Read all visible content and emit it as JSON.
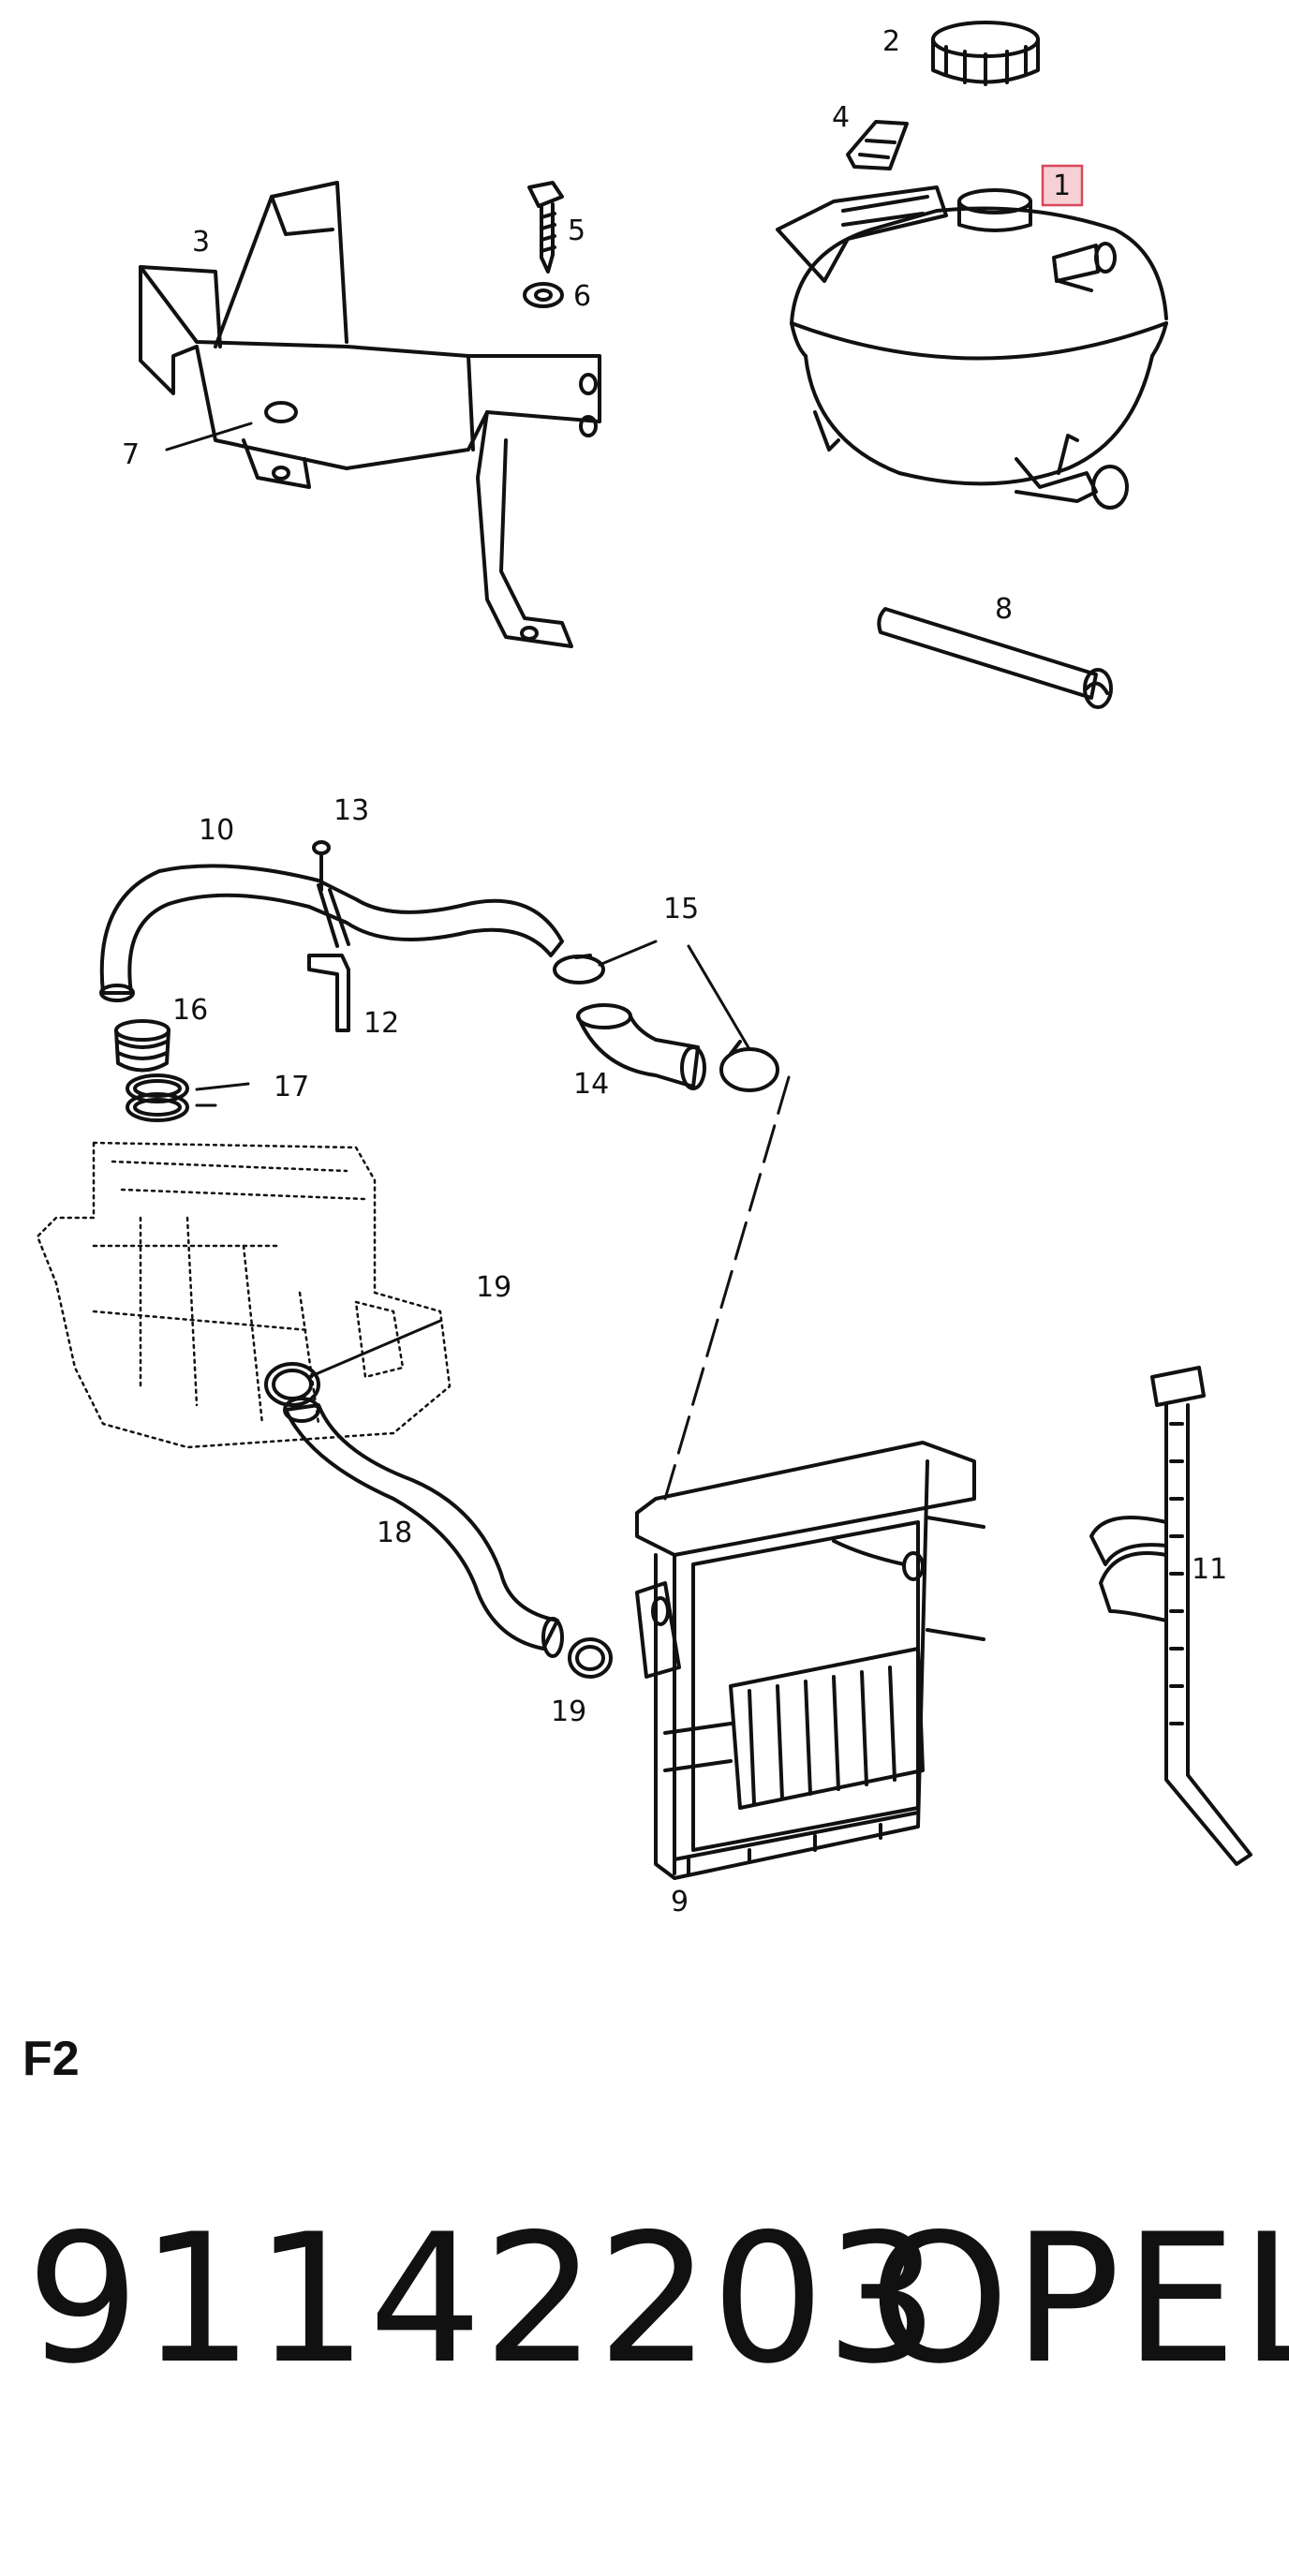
{
  "diagram": {
    "section_code": "F2",
    "highlighted_part": "1",
    "part_labels": {
      "p1": "1",
      "p2": "2",
      "p3": "3",
      "p4": "4",
      "p5": "5",
      "p6": "6",
      "p7": "7",
      "p8": "8",
      "p9": "9",
      "p10": "10",
      "p11": "11",
      "p12": "12",
      "p13": "13",
      "p14": "14",
      "p15": "15",
      "p16": "16",
      "p17": "17",
      "p18": "18",
      "p19a": "19",
      "p19b": "19"
    },
    "colors": {
      "highlight_fill": "#f6d0d4",
      "highlight_stroke": "#d9465a",
      "line": "#111111"
    }
  },
  "footer": {
    "part_number": "91142203",
    "brand": "OPEL"
  }
}
